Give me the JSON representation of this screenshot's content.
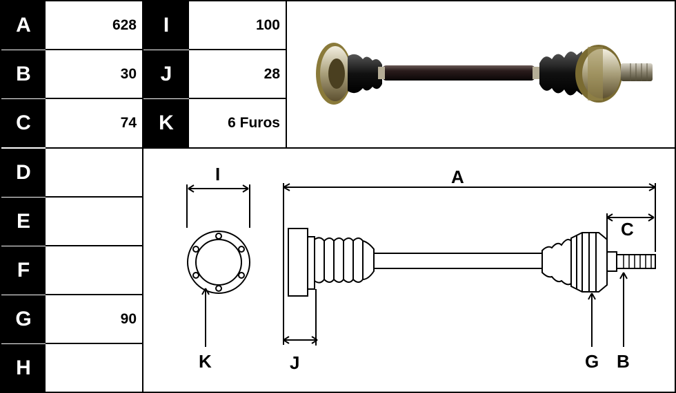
{
  "specs": {
    "left": [
      {
        "letter": "A",
        "value": "628"
      },
      {
        "letter": "B",
        "value": "30"
      },
      {
        "letter": "C",
        "value": "74"
      },
      {
        "letter": "D",
        "value": ""
      },
      {
        "letter": "E",
        "value": ""
      },
      {
        "letter": "F",
        "value": ""
      },
      {
        "letter": "G",
        "value": "90"
      },
      {
        "letter": "H",
        "value": ""
      }
    ],
    "right": [
      {
        "letter": "I",
        "value": "100"
      },
      {
        "letter": "J",
        "value": "28"
      },
      {
        "letter": "K",
        "value": "6 Furos"
      }
    ]
  },
  "diagram_labels": {
    "I": "I",
    "A": "A",
    "C": "C",
    "K": "K",
    "J": "J",
    "G": "G",
    "B": "B"
  },
  "colors": {
    "cell_bg": "#000000",
    "cell_text": "#ffffff",
    "line": "#000000"
  }
}
